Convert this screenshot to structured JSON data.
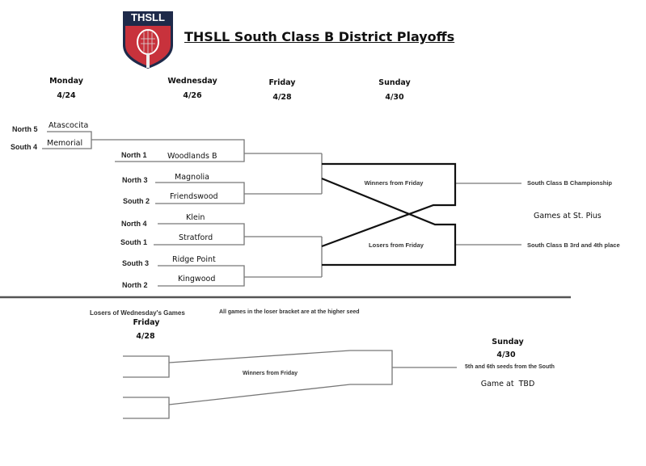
{
  "logo": {
    "text": "THSLL",
    "colors": {
      "shield": "#c8323c",
      "navy": "#1e2a4a"
    }
  },
  "title": "THSLL South Class B District Playoffs",
  "days": [
    {
      "day": "Monday",
      "date": "4/24"
    },
    {
      "day": "Wednesday",
      "date": "4/26"
    },
    {
      "day": "Friday",
      "date": "4/28"
    },
    {
      "day": "Sunday",
      "date": "4/30"
    }
  ],
  "monday_game": [
    {
      "seed": "North 5",
      "team": "Atascocita"
    },
    {
      "seed": "South 4",
      "team": "Memorial"
    }
  ],
  "wednesday_games": [
    {
      "seed": "North 1",
      "team": "Woodlands B"
    },
    {
      "seed": "North 3",
      "team": "Magnolia"
    },
    {
      "seed": "South 2",
      "team": "Friendswood"
    },
    {
      "seed": "North 4",
      "team": "Klein"
    },
    {
      "seed": "South 1",
      "team": "Stratford"
    },
    {
      "seed": "South 3",
      "team": "Ridge Point"
    },
    {
      "seed": "North 2",
      "team": "Kingwood"
    }
  ],
  "friday": {
    "winners": "Winners from Friday",
    "losers": "Losers from Friday"
  },
  "sunday": {
    "championship": "South Class B Championship",
    "third": "South Class B 3rd and 4th place",
    "venue": "Games at St. Pius"
  },
  "loser_bracket": {
    "heading": "Losers of Wednesday's Games",
    "note": "All games in the loser bracket are at the higher seed",
    "friday_day": "Friday",
    "friday_date": "4/28",
    "winners": "Winners from Friday",
    "sunday_day": "Sunday",
    "sunday_date": "4/30",
    "result": "5th and 6th seeds from the South",
    "venue": "Game at  TBD"
  }
}
